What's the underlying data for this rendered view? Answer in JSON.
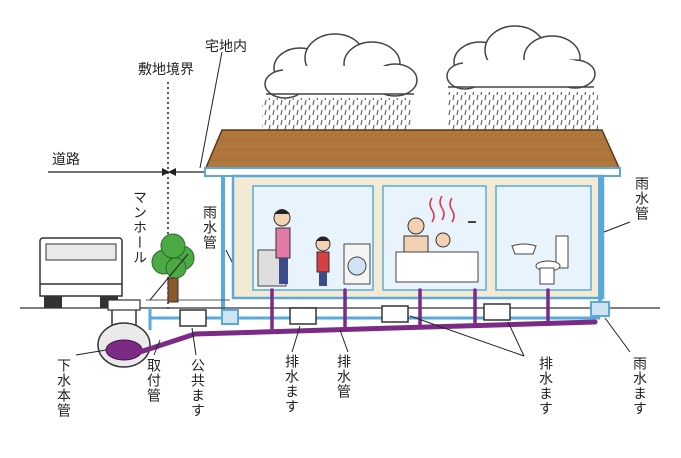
{
  "labels": {
    "takuchinai": "宅地内",
    "shikichi_kyokai": "敷地境界",
    "doro": "道路",
    "manhole": "マンホール",
    "usuikan_wall": "雨水管",
    "usuikan_right": "雨水管",
    "gesui_honkan": "下水本管",
    "toritsukekan": "取付管",
    "kokyo_masu": "公共ます",
    "haisui_masu_1": "排水ます",
    "haisuikan": "排水管",
    "haisui_masu_2": "排水ます",
    "usui_masu": "雨水ます"
  },
  "colors": {
    "drain_purple": "#7b2a86",
    "rain_blue": "#5aa9d8",
    "roof_brown": "#b0773d",
    "house_cream": "#f2ead3",
    "room_blue": "#e8f3fb",
    "ground": "#555555"
  }
}
